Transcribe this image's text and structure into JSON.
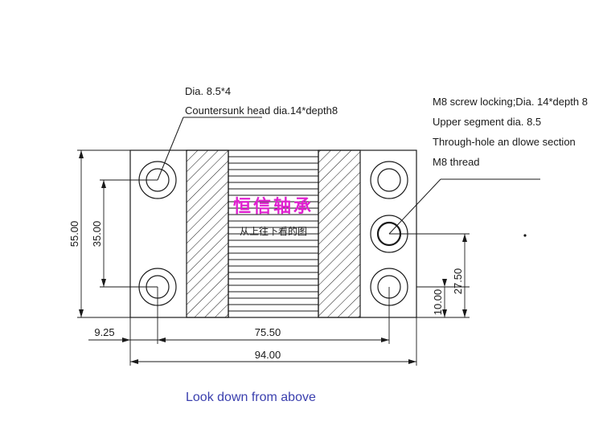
{
  "notes_left": {
    "line1": "Dia. 8.5*4",
    "line2": "Countersunk head dia.14*depth8"
  },
  "notes_right": {
    "line1": "M8 screw locking;Dia. 14*depth 8",
    "line2": "Upper segment dia. 8.5",
    "line3": "Through-hole an dlowe section",
    "line4": "M8 thread"
  },
  "dimensions": {
    "height_overall": "55.00",
    "hole_spacing_vertical": "35.00",
    "center_to_bottom_hole": "27.50",
    "bottom_hole_offset": "10.00",
    "left_hole_offset": "9.25",
    "hole_spacing_horizontal": "75.50",
    "width_overall": "94.00"
  },
  "watermark": {
    "brand": "恒信轴承",
    "subtitle": "从上往下看的图"
  },
  "caption": "Look down from above",
  "colors": {
    "line": "#1a1a1a",
    "caption": "#3a3fae",
    "watermark": "#e020d0"
  }
}
